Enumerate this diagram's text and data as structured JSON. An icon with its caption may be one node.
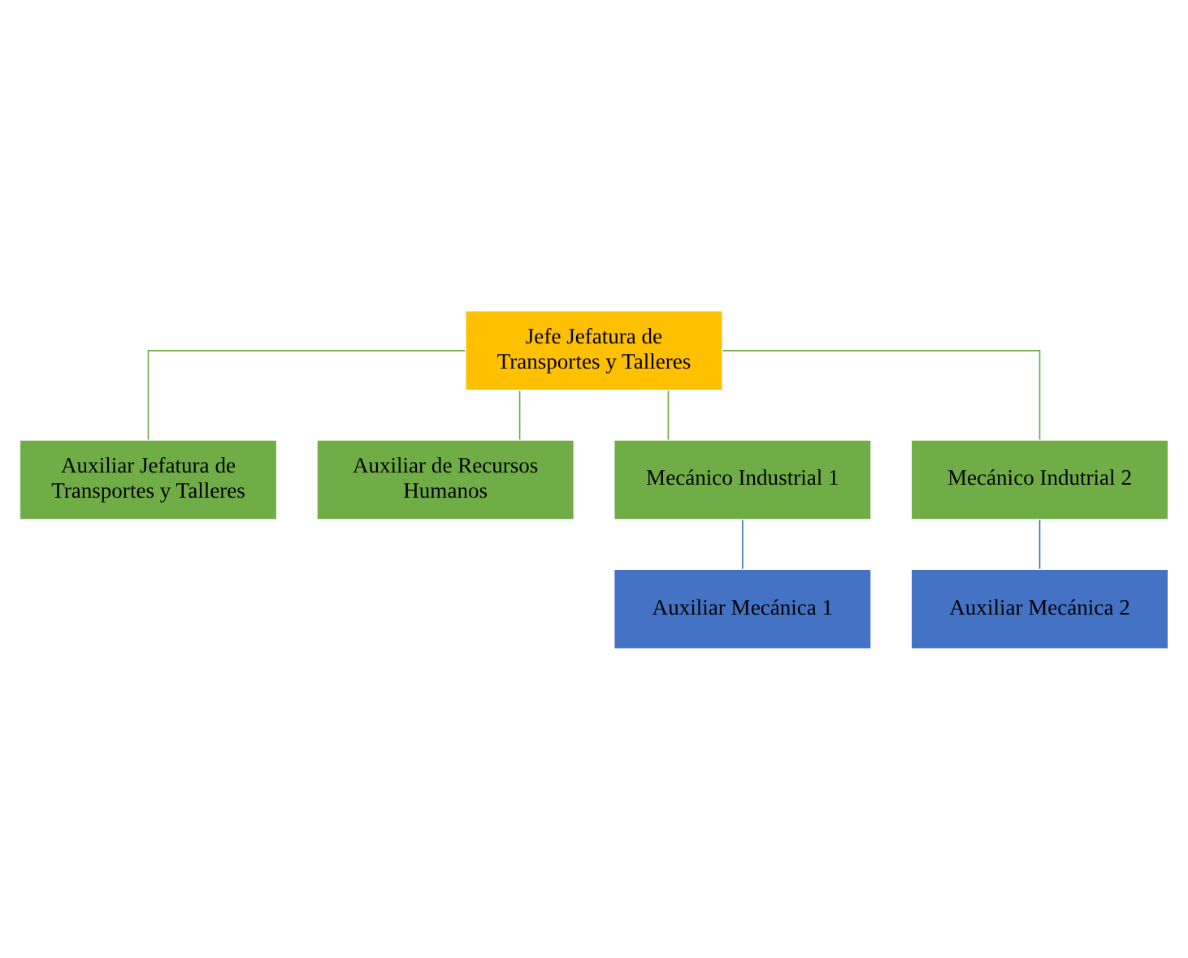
{
  "diagram": {
    "nodes": [
      {
        "text": [
          "Jefe Jefatura de Transportes y Talleres"
        ]
      },
      {
        "text": [
          "Auxiliar Jefatura de Transportes y Talleres"
        ]
      },
      {
        "text": [
          "Auxiliar de Recursos Humanos"
        ]
      },
      {
        "text": [
          "Mecánico Industrial 1"
        ]
      },
      {
        "text": [
          "Mecánico Indutrial 2"
        ]
      },
      {
        "text": [
          "Auxiliar Mecánica 1"
        ]
      },
      {
        "text": [
          "Auxiliar Mecánica 2"
        ]
      }
    ],
    "edges": [
      {
        "from": 0,
        "to": 1,
        "arrow": "none"
      },
      {
        "from": 0,
        "to": 2,
        "arrow": "none"
      },
      {
        "from": 0,
        "to": 3,
        "arrow": "none"
      },
      {
        "from": 0,
        "to": 4,
        "arrow": "none"
      },
      {
        "from": 3,
        "to": 5,
        "arrow": "none",
        "color": "#4472c4"
      },
      {
        "from": 4,
        "to": 6,
        "arrow": "none",
        "color": "#4472c4"
      }
    ]
  }
}
